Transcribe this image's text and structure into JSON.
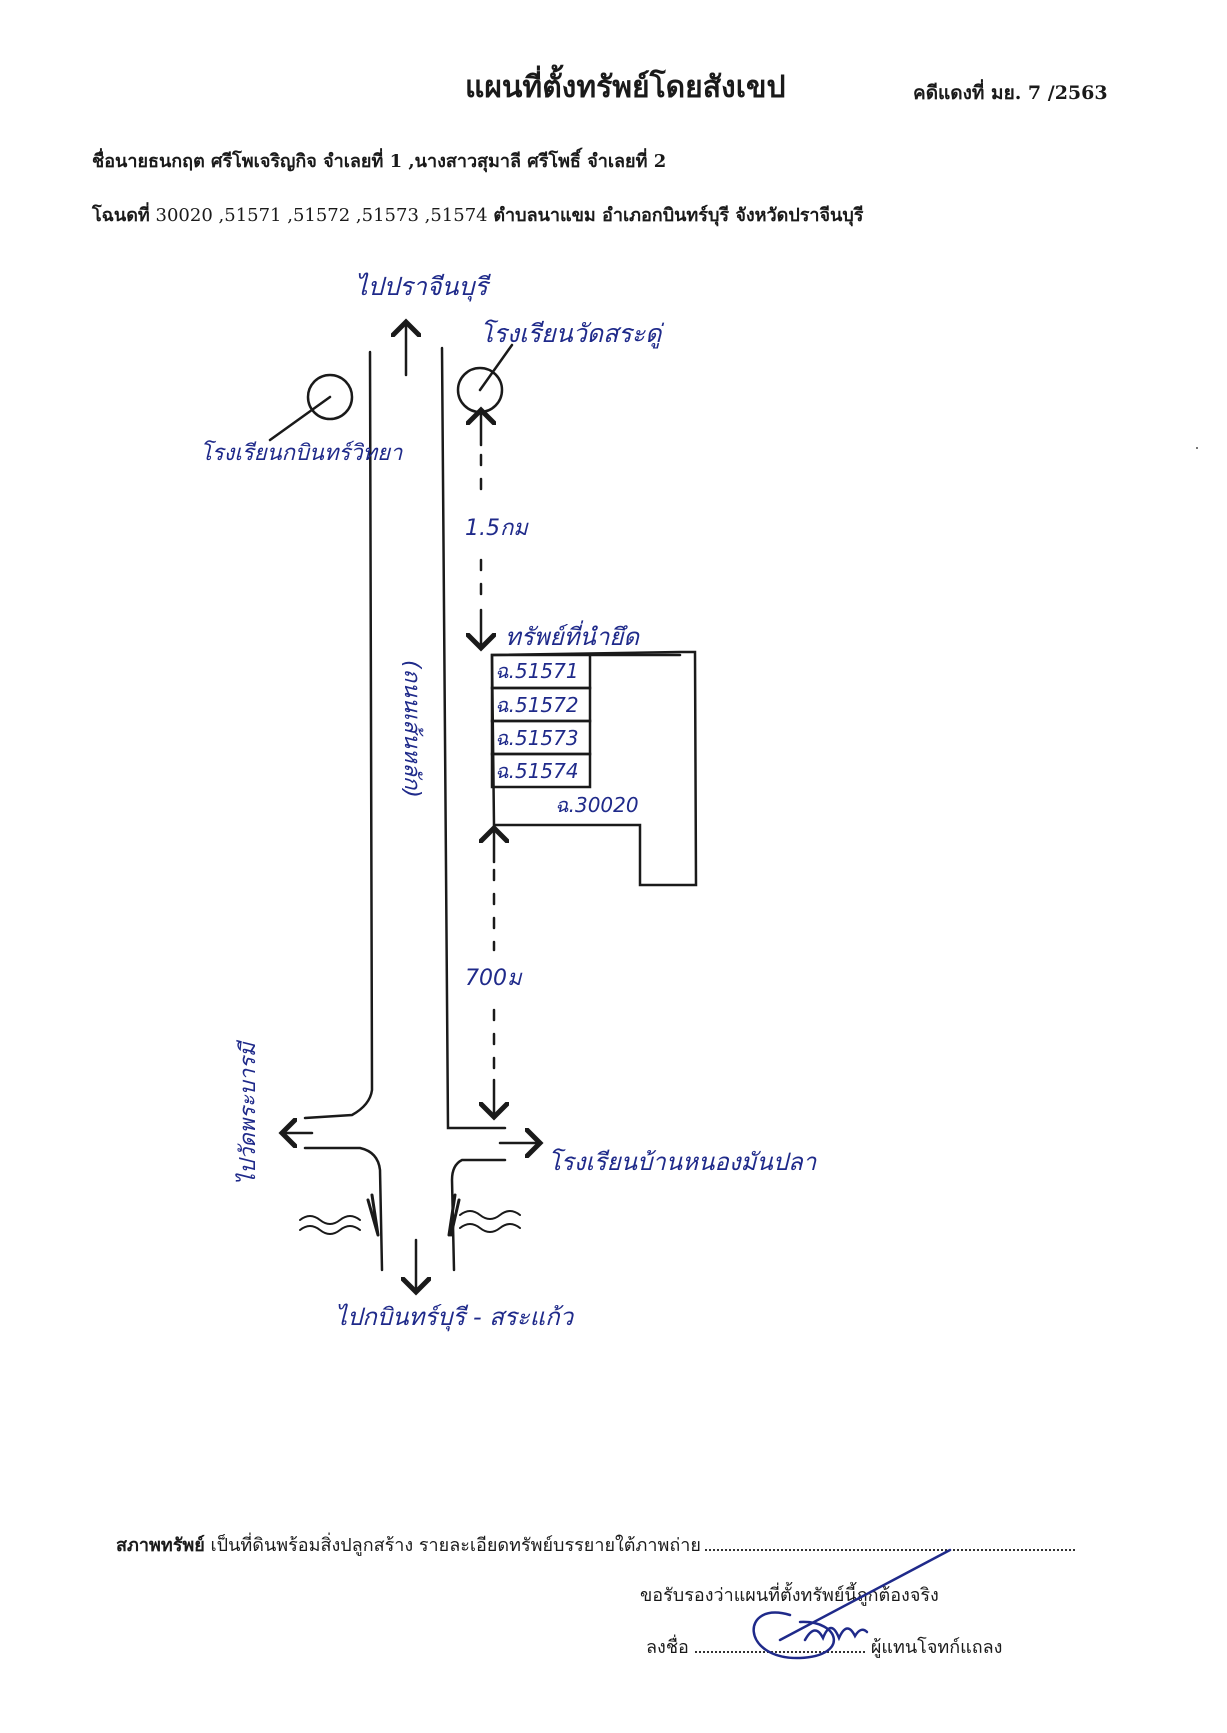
{
  "header": {
    "title": "แผนที่ตั้งทรัพย์โดยสังเขป",
    "case_no": "คดีแดงที่ มย. 7 /2563"
  },
  "parties": {
    "label": "ชื่อ",
    "text": "นายธนกฤต ศรีโพเจริญกิจ จำเลยที่ 1 ,นางสาวสุมาลี ศรีโพธิ์ จำเลยที่ 2"
  },
  "deed": {
    "label": "โฉนดที่",
    "numbers": "30020 ,51571 ,51572 ,51573 ,51574",
    "location": "ตำบลนาแขม อำเภอกบินทร์บุรี จังหวัดปราจีนบุรี"
  },
  "map": {
    "to_north": "ไปปราจีนบุรี",
    "to_south": "ไปกบินทร์บุรี - สระแก้ว",
    "to_west": "ไปวัดพระบารมี",
    "to_east": "โรงเรียนบ้านหนองมันปลา",
    "school_left": "โรงเรียนกบินทร์วิทยา",
    "school_right": "โรงเรียนวัดสระดู่",
    "road_name": "(ถนนเส้นหลัก)",
    "distance_north": "1.5กม",
    "distance_south": "700ม",
    "property_label": "ทรัพย์ที่นำยึด",
    "plots": [
      "ฉ.51571",
      "ฉ.51572",
      "ฉ.51573",
      "ฉ.51574"
    ],
    "main_plot": "ฉ.30020"
  },
  "footer": {
    "condition_label": "สภาพทรัพย์",
    "condition_text": "เป็นที่ดินพร้อมสิ่งปลูกสร้าง รายละเอียดทรัพย์บรรยายใต้ภาพถ่าย",
    "certify": "ขอรับรองว่าแผนที่ตั้งทรัพย์นี้ถูกต้องจริง",
    "sign_label": "ลงชื่อ",
    "signer_role": "ผู้แทนโจทก์แถลง"
  },
  "colors": {
    "ink": "#1f2a8a",
    "print": "#1a1a1a"
  }
}
